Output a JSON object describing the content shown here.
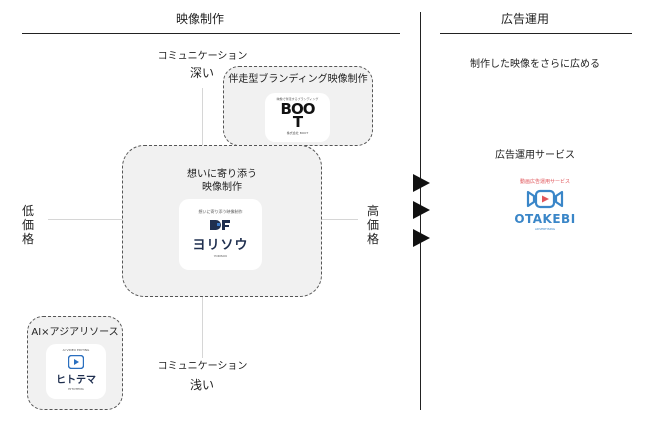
{
  "header": {
    "left_title": "映像制作",
    "right_title": "広告運用"
  },
  "axes": {
    "top_label": "コミュニケーション",
    "top_sub": "深い",
    "bottom_label": "コミュニケーション",
    "bottom_sub": "浅い",
    "left_label": "低価格",
    "right_label": "高価格"
  },
  "services": {
    "boot": {
      "label": "伴走型ブランディング映像制作",
      "logo_text": "BOOT",
      "logo_tagline": "映像で伴走するブランディング",
      "logo_sub": "株式会社 BOOT"
    },
    "yorisou": {
      "label_line1": "想いに寄り添う",
      "label_line2": "映像制作",
      "logo_tag": "想いに寄り添う映像制作",
      "logo_text": "ヨリソウ",
      "logo_sub": "YORISOU"
    },
    "hitotema": {
      "label": "AI×アジアリソース",
      "logo_text": "ヒトテマ",
      "logo_top": "AI VIDEO EDITING",
      "logo_sub": "HITOTEMA"
    }
  },
  "right": {
    "tagline": "制作した映像をさらに広める",
    "service_label": "広告運用サービス",
    "otakebi_tag": "動画広告運用サービス",
    "otakebi_name": "OTAKEBI",
    "otakebi_sub": "ADVERTISING"
  },
  "colors": {
    "boot_black": "#111111",
    "yorisou_navy": "#1f2f4f",
    "yorisou_accent": "#3b7ac9",
    "hitotema_blue": "#2a6fbf",
    "otakebi_blue": "#3a86c8",
    "otakebi_red": "#e0555a"
  }
}
